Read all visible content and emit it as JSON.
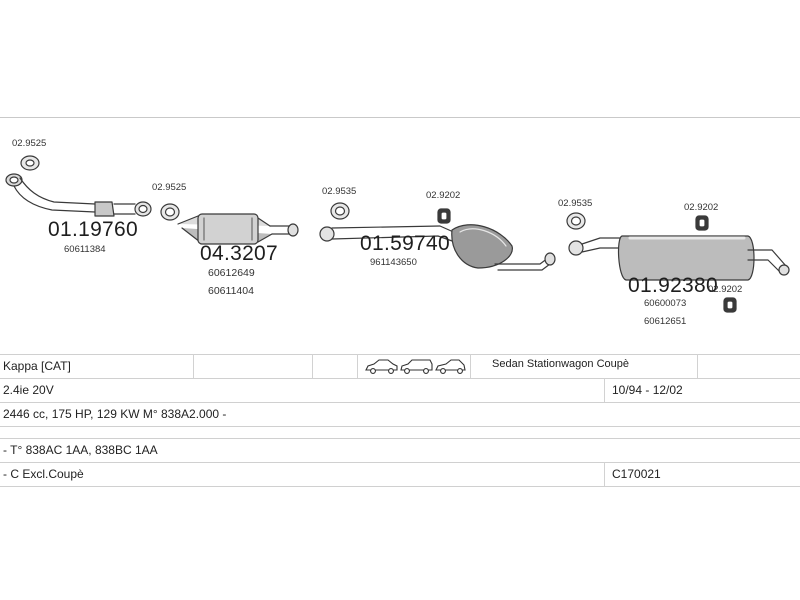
{
  "parts": {
    "front_pipe": {
      "number": "01.19760",
      "oem": [
        "60611384"
      ]
    },
    "gasket_front": "02.9525",
    "gasket_cat": "02.9525",
    "catalyst": {
      "number": "04.3207",
      "oem": [
        "60612649",
        "60611404"
      ]
    },
    "gasket_center": "02.9535",
    "center_pipe": {
      "number": "01.59740",
      "oem": [
        "961143650"
      ]
    },
    "hanger_center": "02.9202",
    "gasket_rear": "02.9535",
    "hanger_rear_top": "02.9202",
    "rear_muffler": {
      "number": "01.92380",
      "oem": [
        "60600073",
        "60612651"
      ]
    },
    "hanger_rear_bottom": "02.9202"
  },
  "vehicle": {
    "model": "Kappa  [CAT]",
    "body_types": "Sedan  Stationwagon  Coupè",
    "engine": "2.4ie 20V",
    "period": "10/94 - 12/02",
    "specs": "2446 cc, 175 HP, 129 KW  M° 838A2.000 -",
    "types": "- T° 838AC 1AA, 838BC 1AA",
    "note": "- C Excl.Coupè",
    "code": "C170021"
  }
}
